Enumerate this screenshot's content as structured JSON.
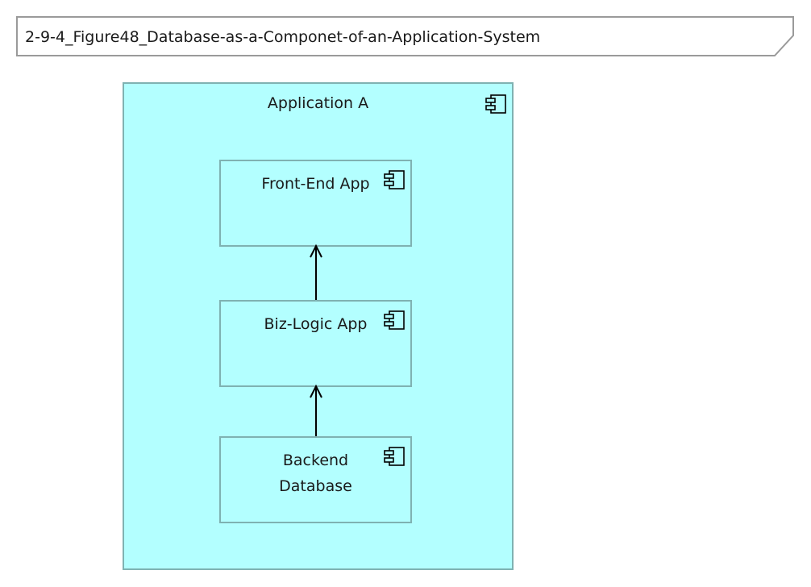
{
  "view": {
    "title": "2-9-4_Figure48_Database-as-a-Componet-of-an-Application-System"
  },
  "container": {
    "label": "Application A",
    "icon": "application-component-icon"
  },
  "components": [
    {
      "id": "front-end-app",
      "label": "Front-End App",
      "icon": "application-component-icon"
    },
    {
      "id": "biz-logic-app",
      "label": "Biz-Logic App",
      "icon": "application-component-icon"
    },
    {
      "id": "backend-database",
      "label": "Backend\nDatabase",
      "icon": "application-component-icon"
    }
  ],
  "relations": [
    {
      "from": "biz-logic-app",
      "to": "front-end-app",
      "type": "serving"
    },
    {
      "from": "backend-database",
      "to": "biz-logic-app",
      "type": "serving"
    }
  ],
  "colors": {
    "fill": "#b3ffff",
    "border": "#7fb2b2",
    "line": "#000000"
  }
}
